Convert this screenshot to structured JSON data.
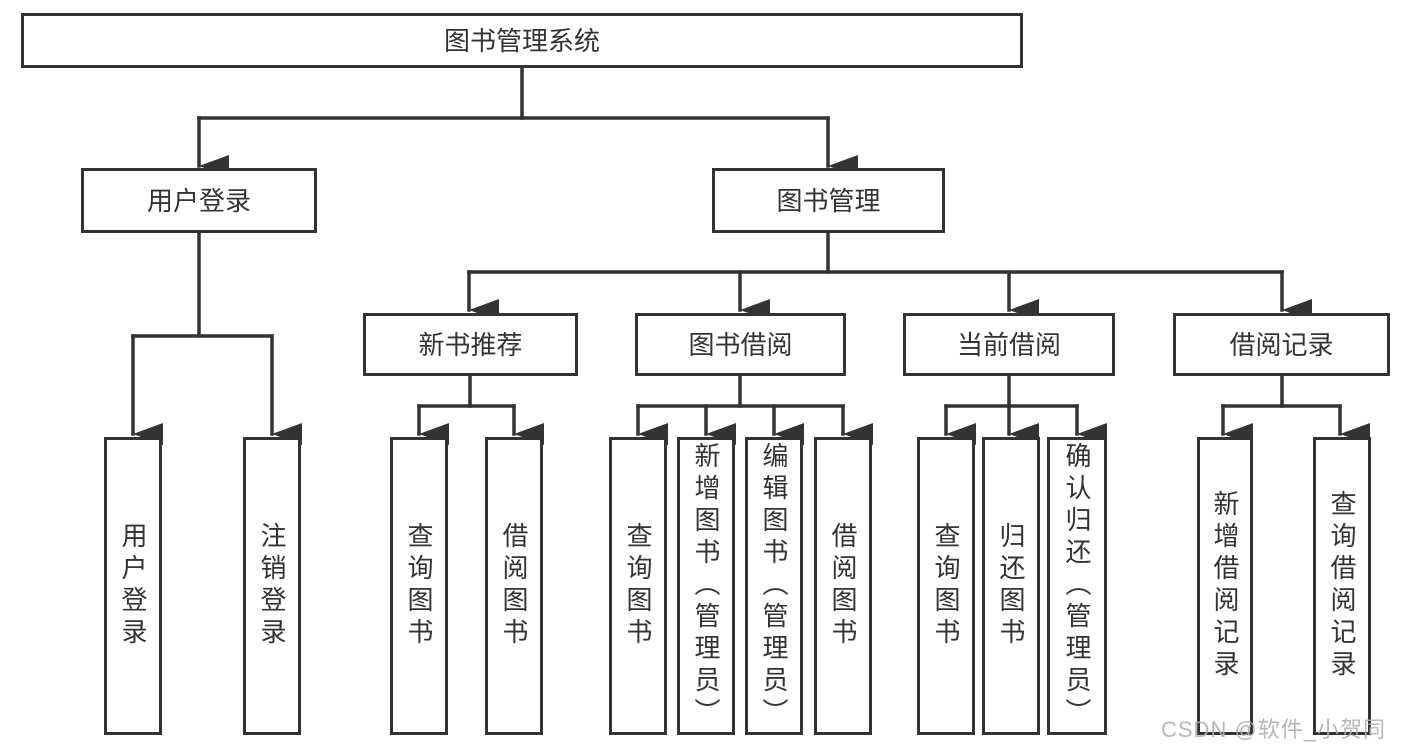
{
  "colors": {
    "line": "#333333",
    "text": "#333333",
    "watermark": "#b0b0b0",
    "background": "#ffffff"
  },
  "watermark": {
    "text": "CSDN @软件_小贺同学"
  },
  "diagram": {
    "root": {
      "label": "图书管理系统"
    },
    "branches": {
      "user_login": {
        "label": "用户登录",
        "children": [
          {
            "label": "用户登录"
          },
          {
            "label": "注销登录"
          }
        ]
      },
      "book_management": {
        "label": "图书管理",
        "children": {
          "new_book_recommend": {
            "label": "新书推荐",
            "children": [
              {
                "label": "查询图书"
              },
              {
                "label": "借阅图书"
              }
            ]
          },
          "book_borrowing": {
            "label": "图书借阅",
            "children": [
              {
                "label": "查询图书"
              },
              {
                "label": "新增图书（管理员）"
              },
              {
                "label": "编辑图书（管理员）"
              },
              {
                "label": "借阅图书"
              }
            ]
          },
          "current_borrowing": {
            "label": "当前借阅",
            "children": [
              {
                "label": "查询图书"
              },
              {
                "label": "归还图书"
              },
              {
                "label": "确认归还（管理员）"
              }
            ]
          },
          "borrowing_records": {
            "label": "借阅记录",
            "children": [
              {
                "label": "新增借阅记录"
              },
              {
                "label": "查询借阅记录"
              }
            ]
          }
        }
      }
    }
  }
}
